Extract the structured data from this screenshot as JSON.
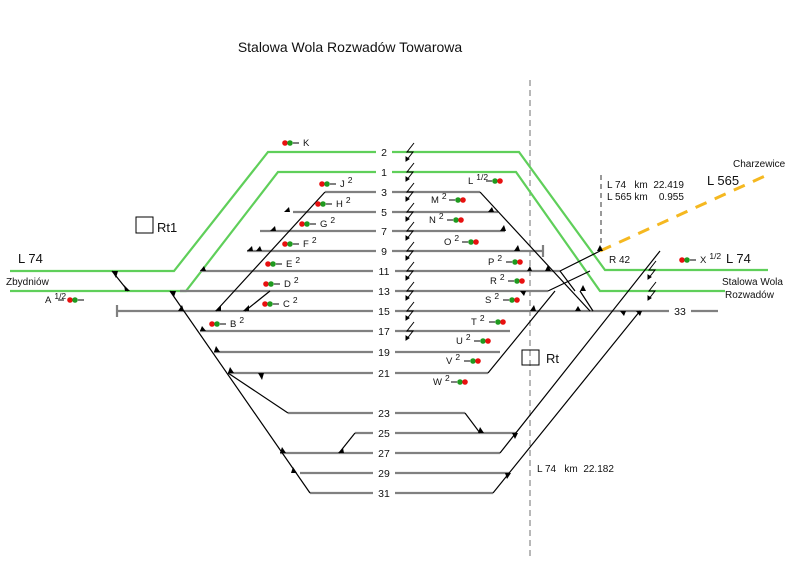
{
  "title": "Stalowa Wola Rozwadów Towarowa",
  "colors": {
    "main_track": "#5fcf5a",
    "station_track": "#808080",
    "switch_line": "#000000",
    "l565": "#f5b820",
    "boundary": "#a0a0a0",
    "signal_red": "#e81010",
    "signal_green": "#1f9a1f"
  },
  "line_labels": {
    "left_line": "L 74",
    "left_direction": "Zbydniów",
    "right_line": "L 74",
    "right_direction_1": "Stalowa Wola",
    "right_direction_2": "Rozwadów",
    "branch_line": "L 565",
    "branch_direction": "Charzewice"
  },
  "km_markers": {
    "north_1": "L 74   km  22.419",
    "north_2": "L 565 km    0.955",
    "south": "L 74   km  22.182"
  },
  "boxes": [
    {
      "label": "Rt1"
    },
    {
      "label": "Rt"
    }
  ],
  "switch_label": "R 42",
  "tracks": [
    "2",
    "1",
    "3",
    "5",
    "7",
    "9",
    "11",
    "13",
    "15",
    "17",
    "19",
    "21",
    "23",
    "25",
    "27",
    "29",
    "31",
    "33"
  ],
  "signals": {
    "K": {
      "name": "K",
      "sup": ""
    },
    "J": {
      "name": "J",
      "sup": "2"
    },
    "H": {
      "name": "H",
      "sup": "2"
    },
    "G": {
      "name": "G",
      "sup": "2"
    },
    "F": {
      "name": "F",
      "sup": "2"
    },
    "E": {
      "name": "E",
      "sup": "2"
    },
    "D": {
      "name": "D",
      "sup": "2"
    },
    "C": {
      "name": "C",
      "sup": "2"
    },
    "B": {
      "name": "B",
      "sup": "2"
    },
    "A": {
      "name": "A",
      "sup": "1/2"
    },
    "L": {
      "name": "L",
      "sup": "1/2"
    },
    "M": {
      "name": "M",
      "sup": "2"
    },
    "N": {
      "name": "N",
      "sup": "2"
    },
    "O": {
      "name": "O",
      "sup": "2"
    },
    "P": {
      "name": "P",
      "sup": "2"
    },
    "R": {
      "name": "R",
      "sup": "2"
    },
    "S": {
      "name": "S",
      "sup": "2"
    },
    "T": {
      "name": "T",
      "sup": "2"
    },
    "U": {
      "name": "U",
      "sup": "2"
    },
    "V": {
      "name": "V",
      "sup": "2"
    },
    "W": {
      "name": "W",
      "sup": "2"
    },
    "X": {
      "name": "X",
      "sup": "1/2"
    }
  }
}
